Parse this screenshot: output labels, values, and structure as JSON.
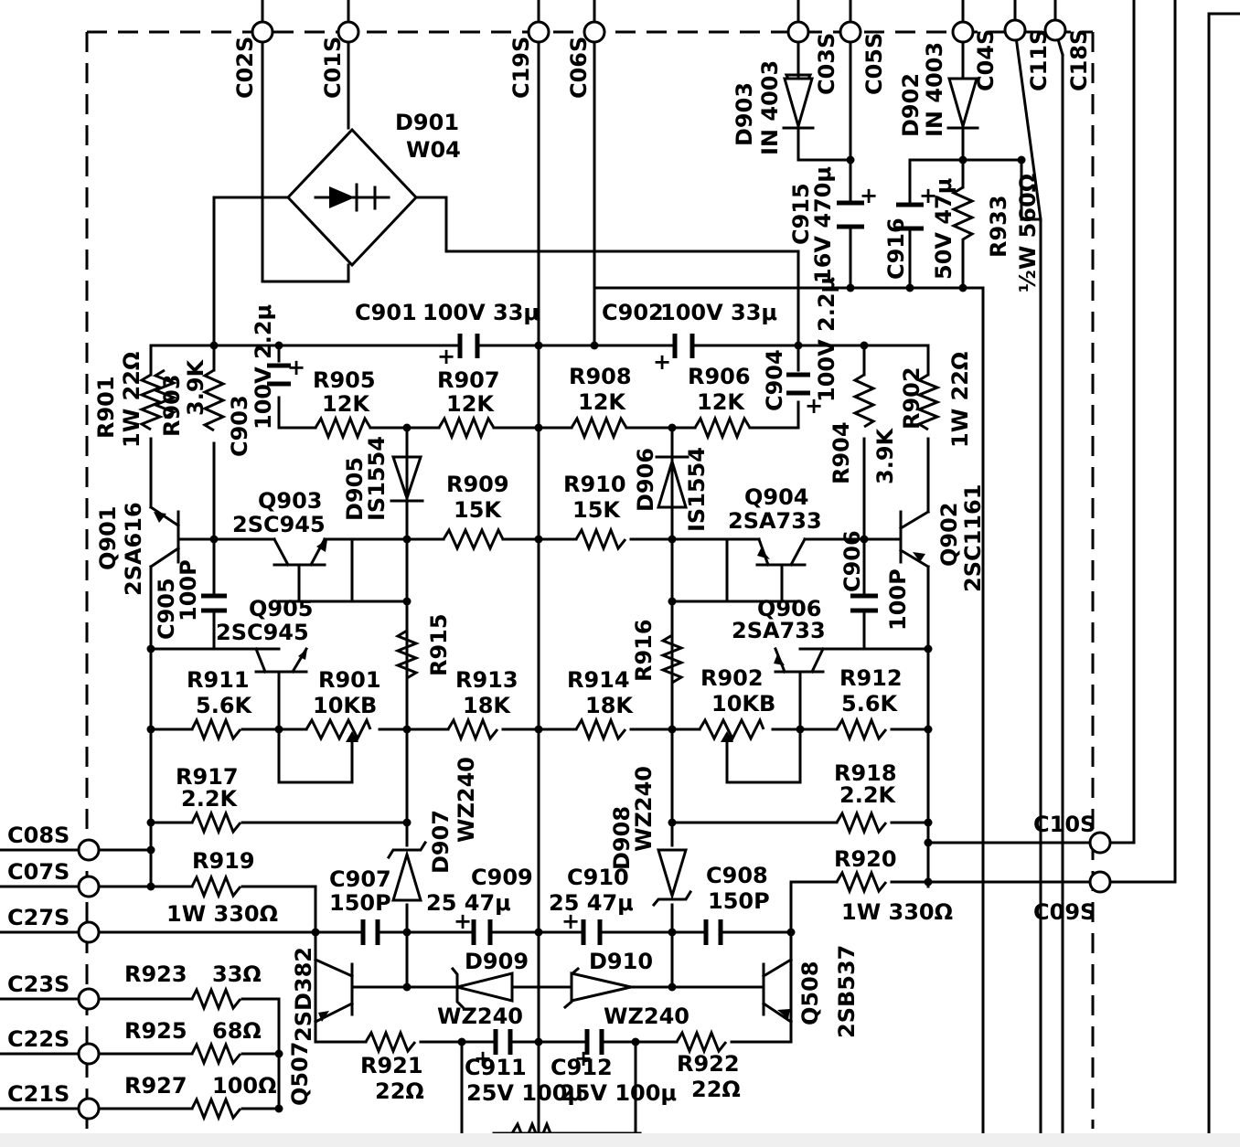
{
  "diagram": {
    "connectors": {
      "top": [
        "C02S",
        "C01S",
        "C19S",
        "C06S",
        "C03S",
        "C05S",
        "C04S",
        "C11S",
        "C18S"
      ],
      "left": [
        "C08S",
        "C07S",
        "C27S",
        "C23S",
        "C22S",
        "C21S"
      ],
      "right": [
        "C10S",
        "C09S"
      ]
    },
    "components": {
      "D901": {
        "ref": "D901",
        "value": "W04"
      },
      "D903": {
        "ref": "D903",
        "value": "IN 4003"
      },
      "D902": {
        "ref": "D902",
        "value": "IN 4003"
      },
      "C915": {
        "ref": "C915",
        "value": "16V 470μ"
      },
      "C916": {
        "ref": "C916",
        "value": "50V 47μ"
      },
      "R933": {
        "ref": "R933",
        "value": "½W 560Ω"
      },
      "C901": {
        "ref": "C901",
        "value": "100V 33μ"
      },
      "C902": {
        "ref": "C902",
        "value": "100V 33μ"
      },
      "C903": {
        "ref": "C903",
        "value": "100V 2.2μ"
      },
      "C904": {
        "ref": "C904",
        "value": "100V 2.2μ"
      },
      "R901": {
        "ref": "R901",
        "value": "1W 22Ω"
      },
      "R902": {
        "ref": "R902",
        "value": "1W 22Ω"
      },
      "R903": {
        "ref": "R903",
        "value": "3.9K"
      },
      "R904": {
        "ref": "R904",
        "value": "3.9K"
      },
      "R905": {
        "ref": "R905",
        "value": "12K"
      },
      "R907": {
        "ref": "R907",
        "value": "12K"
      },
      "R908": {
        "ref": "R908",
        "value": "12K"
      },
      "R906": {
        "ref": "R906",
        "value": "12K"
      },
      "D905": {
        "ref": "D905",
        "value": "IS1554"
      },
      "D906": {
        "ref": "D906",
        "value": "IS1554"
      },
      "R909": {
        "ref": "R909",
        "value": "15K"
      },
      "R910": {
        "ref": "R910",
        "value": "15K"
      },
      "Q901": {
        "ref": "Q901",
        "value": "2SA616"
      },
      "Q902": {
        "ref": "Q902",
        "value": "2SC1161"
      },
      "Q903": {
        "ref": "Q903",
        "value": "2SC945"
      },
      "Q904": {
        "ref": "Q904",
        "value": "2SA733"
      },
      "Q905": {
        "ref": "Q905",
        "value": "2SC945"
      },
      "Q906": {
        "ref": "Q906",
        "value": "2SA733"
      },
      "C905": {
        "ref": "C905",
        "value": "100P"
      },
      "C906": {
        "ref": "C906",
        "value": "100P"
      },
      "R915": {
        "ref": "R915",
        "value": ""
      },
      "R916": {
        "ref": "R916",
        "value": ""
      },
      "R911": {
        "ref": "R911",
        "value": "5.6K"
      },
      "RV901": {
        "ref": "R901",
        "value": "10KB"
      },
      "R913": {
        "ref": "R913",
        "value": "18K"
      },
      "R914": {
        "ref": "R914",
        "value": "18K"
      },
      "RV902": {
        "ref": "R902",
        "value": "10KB"
      },
      "R912": {
        "ref": "R912",
        "value": "5.6K"
      },
      "R917": {
        "ref": "R917",
        "value": "2.2K"
      },
      "R918": {
        "ref": "R918",
        "value": "2.2K"
      },
      "D907": {
        "ref": "D907",
        "value": "WZ240"
      },
      "D908": {
        "ref": "D908",
        "value": "WZ240"
      },
      "R919": {
        "ref": "R919",
        "value": "1W 330Ω"
      },
      "R920": {
        "ref": "R920",
        "value": "1W 330Ω"
      },
      "C907": {
        "ref": "C907",
        "value": "150P"
      },
      "C908": {
        "ref": "C908",
        "value": "150P"
      },
      "C909": {
        "ref": "C909",
        "value": "25 47μ"
      },
      "C910": {
        "ref": "C910",
        "value": "25 47μ"
      },
      "D909": {
        "ref": "D909",
        "value": "WZ240"
      },
      "D910": {
        "ref": "D910",
        "value": "WZ240"
      },
      "Q507": {
        "ref": "Q507",
        "value": "2SD382"
      },
      "Q508": {
        "ref": "Q508",
        "value": "2SB537"
      },
      "R921": {
        "ref": "R921",
        "value": "22Ω"
      },
      "R922": {
        "ref": "R922",
        "value": "22Ω"
      },
      "C911": {
        "ref": "C911",
        "value": "25V 100μ"
      },
      "C912": {
        "ref": "C912",
        "value": "25V 100μ"
      },
      "R923": {
        "ref": "R923",
        "value": "33Ω"
      },
      "R925": {
        "ref": "R925",
        "value": "68Ω"
      },
      "R927": {
        "ref": "R927",
        "value": "100Ω"
      }
    }
  }
}
